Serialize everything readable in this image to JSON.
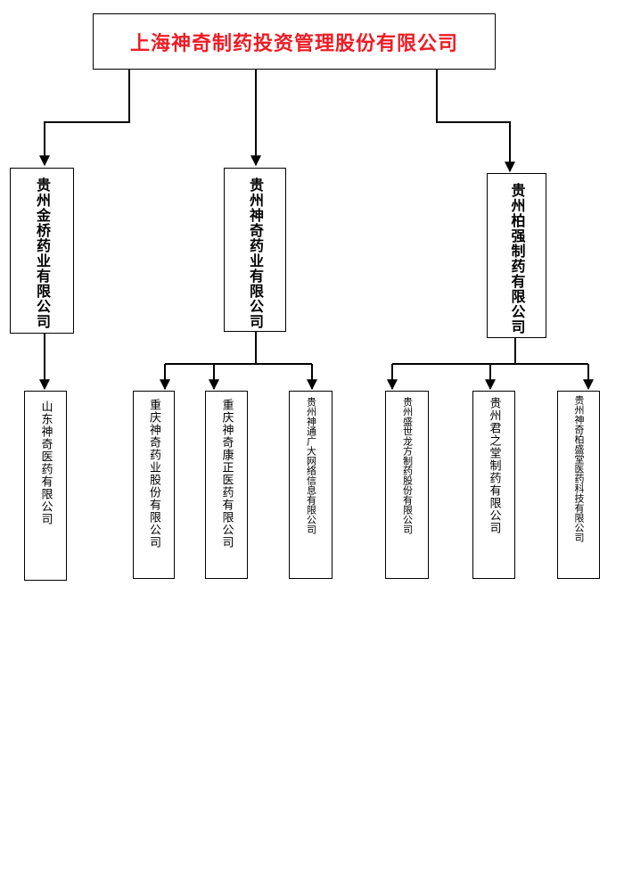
{
  "root": {
    "label": "上海神奇制药投资管理股份有限公司",
    "color": "#ee1c25"
  },
  "subsidiaries": [
    {
      "label": "贵州金桥药业有限公司",
      "children": [
        {
          "label": "山东神奇医药有限公司"
        }
      ]
    },
    {
      "label": "贵州神奇药业有限公司",
      "children": [
        {
          "label": "重庆神奇药业股份有限公司"
        },
        {
          "label": "重庆神奇康正医药有限公司"
        },
        {
          "label": "贵州神通广大网络信息有限公司"
        }
      ]
    },
    {
      "label": "贵州柏强制药有限公司",
      "children": [
        {
          "label": "贵州盛世龙方制药股份有限公司"
        },
        {
          "label": "贵州君之堂制药有限公司"
        },
        {
          "label": "贵州神奇柏盛堂医药科技有限公司"
        }
      ]
    }
  ],
  "line_color": "#000000"
}
